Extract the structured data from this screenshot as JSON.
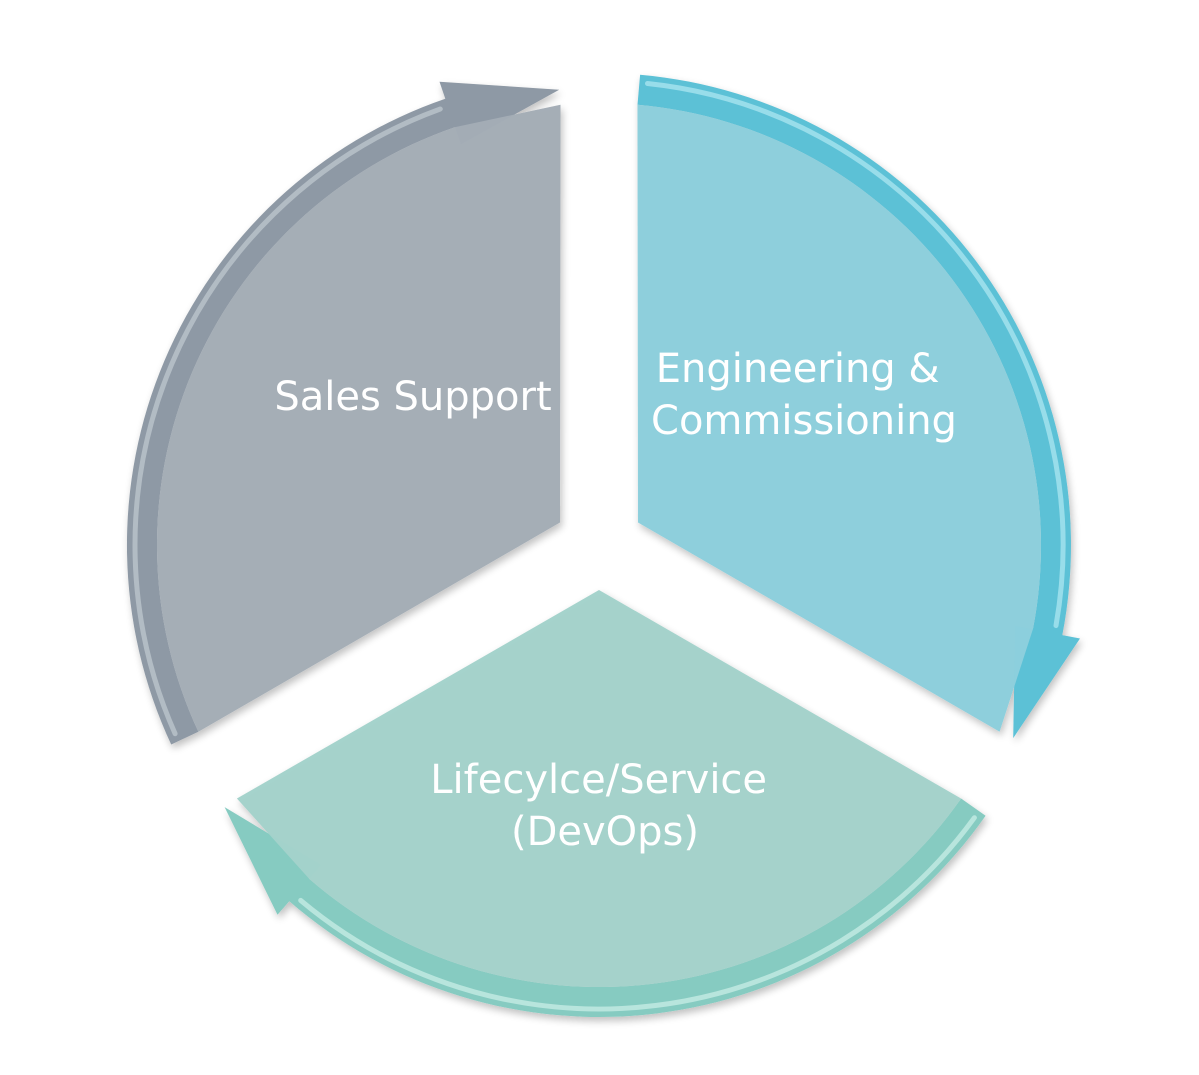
{
  "diagram": {
    "type": "cycle",
    "segments": [
      {
        "id": "sales",
        "lines": [
          "Sales Support"
        ],
        "fill": "#a3acb6",
        "rim": "#8e99a5",
        "rim_light": "#bcc4cc"
      },
      {
        "id": "engineering",
        "lines": [
          "Engineering &",
          "Commissioning"
        ],
        "fill": "#8dcfdc",
        "rim": "#5cc1d6",
        "rim_light": "#a7e4ef"
      },
      {
        "id": "lifecycle",
        "lines": [
          "Lifecylce/Service",
          "(DevOps)"
        ],
        "fill": "#a3d2cb",
        "rim": "#86cbc1",
        "rim_light": "#c4ebe4"
      }
    ]
  }
}
